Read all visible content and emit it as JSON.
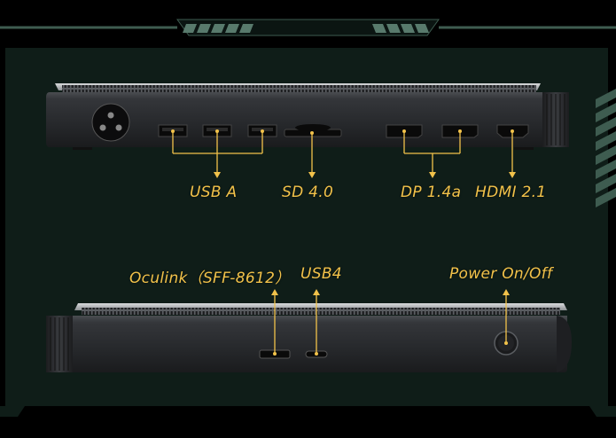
{
  "colors": {
    "background": "#000000",
    "panel": "#0f1d18",
    "frame_accent": "#3e5c50",
    "label": "#f2c24a",
    "device_body": "#2a2c2f",
    "port_highlight": "#ffffff"
  },
  "rear_labels": {
    "usb_a": "USB A",
    "sd": "SD 4.0",
    "dp": "DP 1.4a",
    "hdmi": "HDMI 2.1"
  },
  "front_labels": {
    "oculink": "Oculink（SFF-8612）",
    "usb4": "USB4",
    "power": "Power On/Off"
  },
  "icons": {
    "dc_in": "dc-power-jack-icon",
    "sd_slot": "sd-card-slot-icon",
    "power_button": "power-button-icon"
  }
}
